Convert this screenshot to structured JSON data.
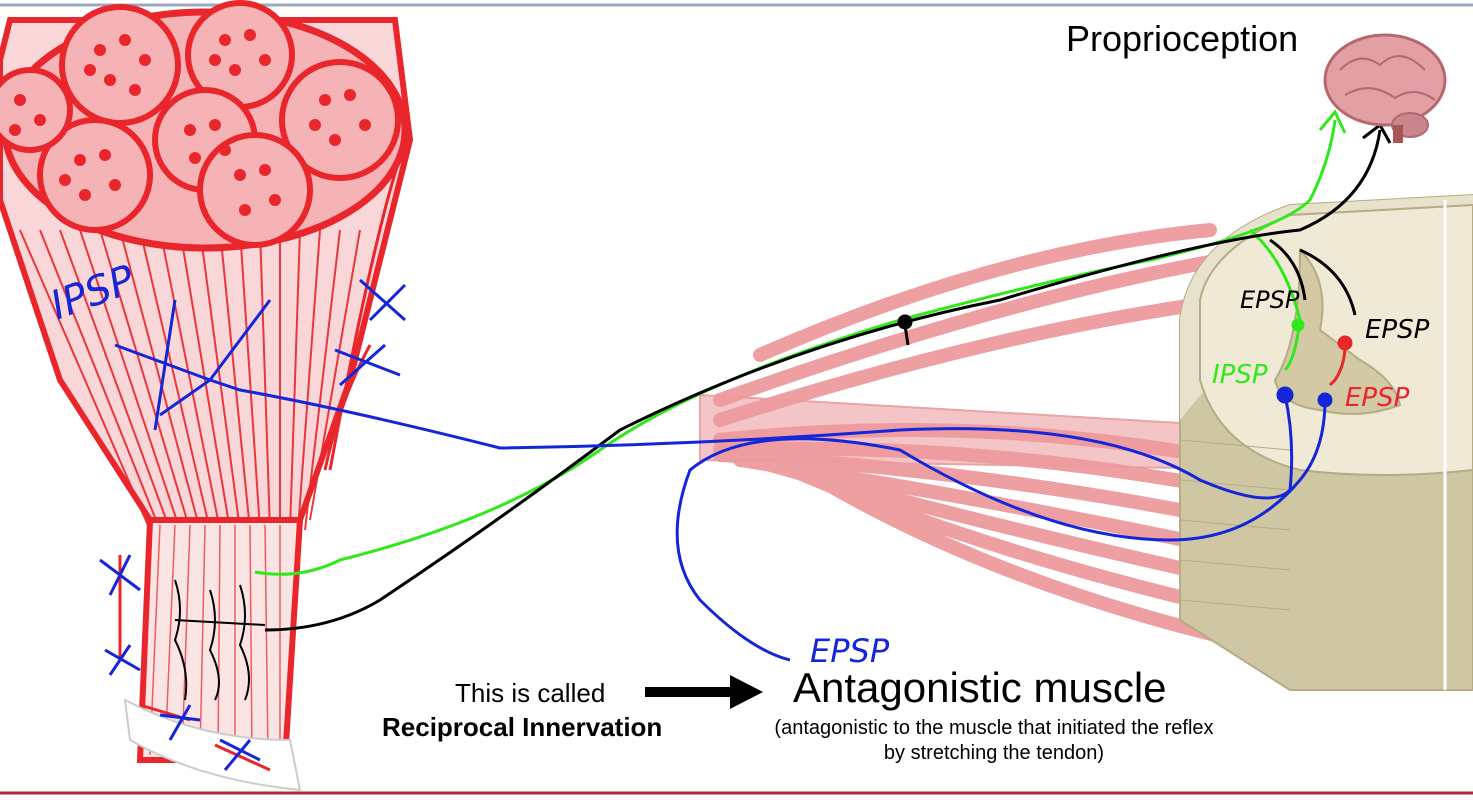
{
  "title": "Proprioception",
  "labels": {
    "ipsp_muscle": "IPSP",
    "epsp_antagonist": "EPSP",
    "epsp_cord_black_left": "EPSP",
    "epsp_cord_black_right": "EPSP",
    "ipsp_cord_green": "IPSP",
    "epsp_cord_red": "EPSP"
  },
  "caption": {
    "line1": "This is called",
    "line2": "Reciprocal Innervation"
  },
  "antagonistic": {
    "heading": "Antagonistic muscle",
    "note": "(antagonistic to the muscle that initiated the reflex by stretching the tendon)"
  },
  "colors": {
    "muscle_red": "#e8262b",
    "muscle_fill": "#f6b3b5",
    "nerve_pink": "#ee9a9d",
    "cord_tan": "#e8e2cc",
    "cord_grey": "#cfc6a4",
    "blue": "#1426d8",
    "green": "#30e81a",
    "black": "#000000",
    "border": "#b32a36"
  }
}
